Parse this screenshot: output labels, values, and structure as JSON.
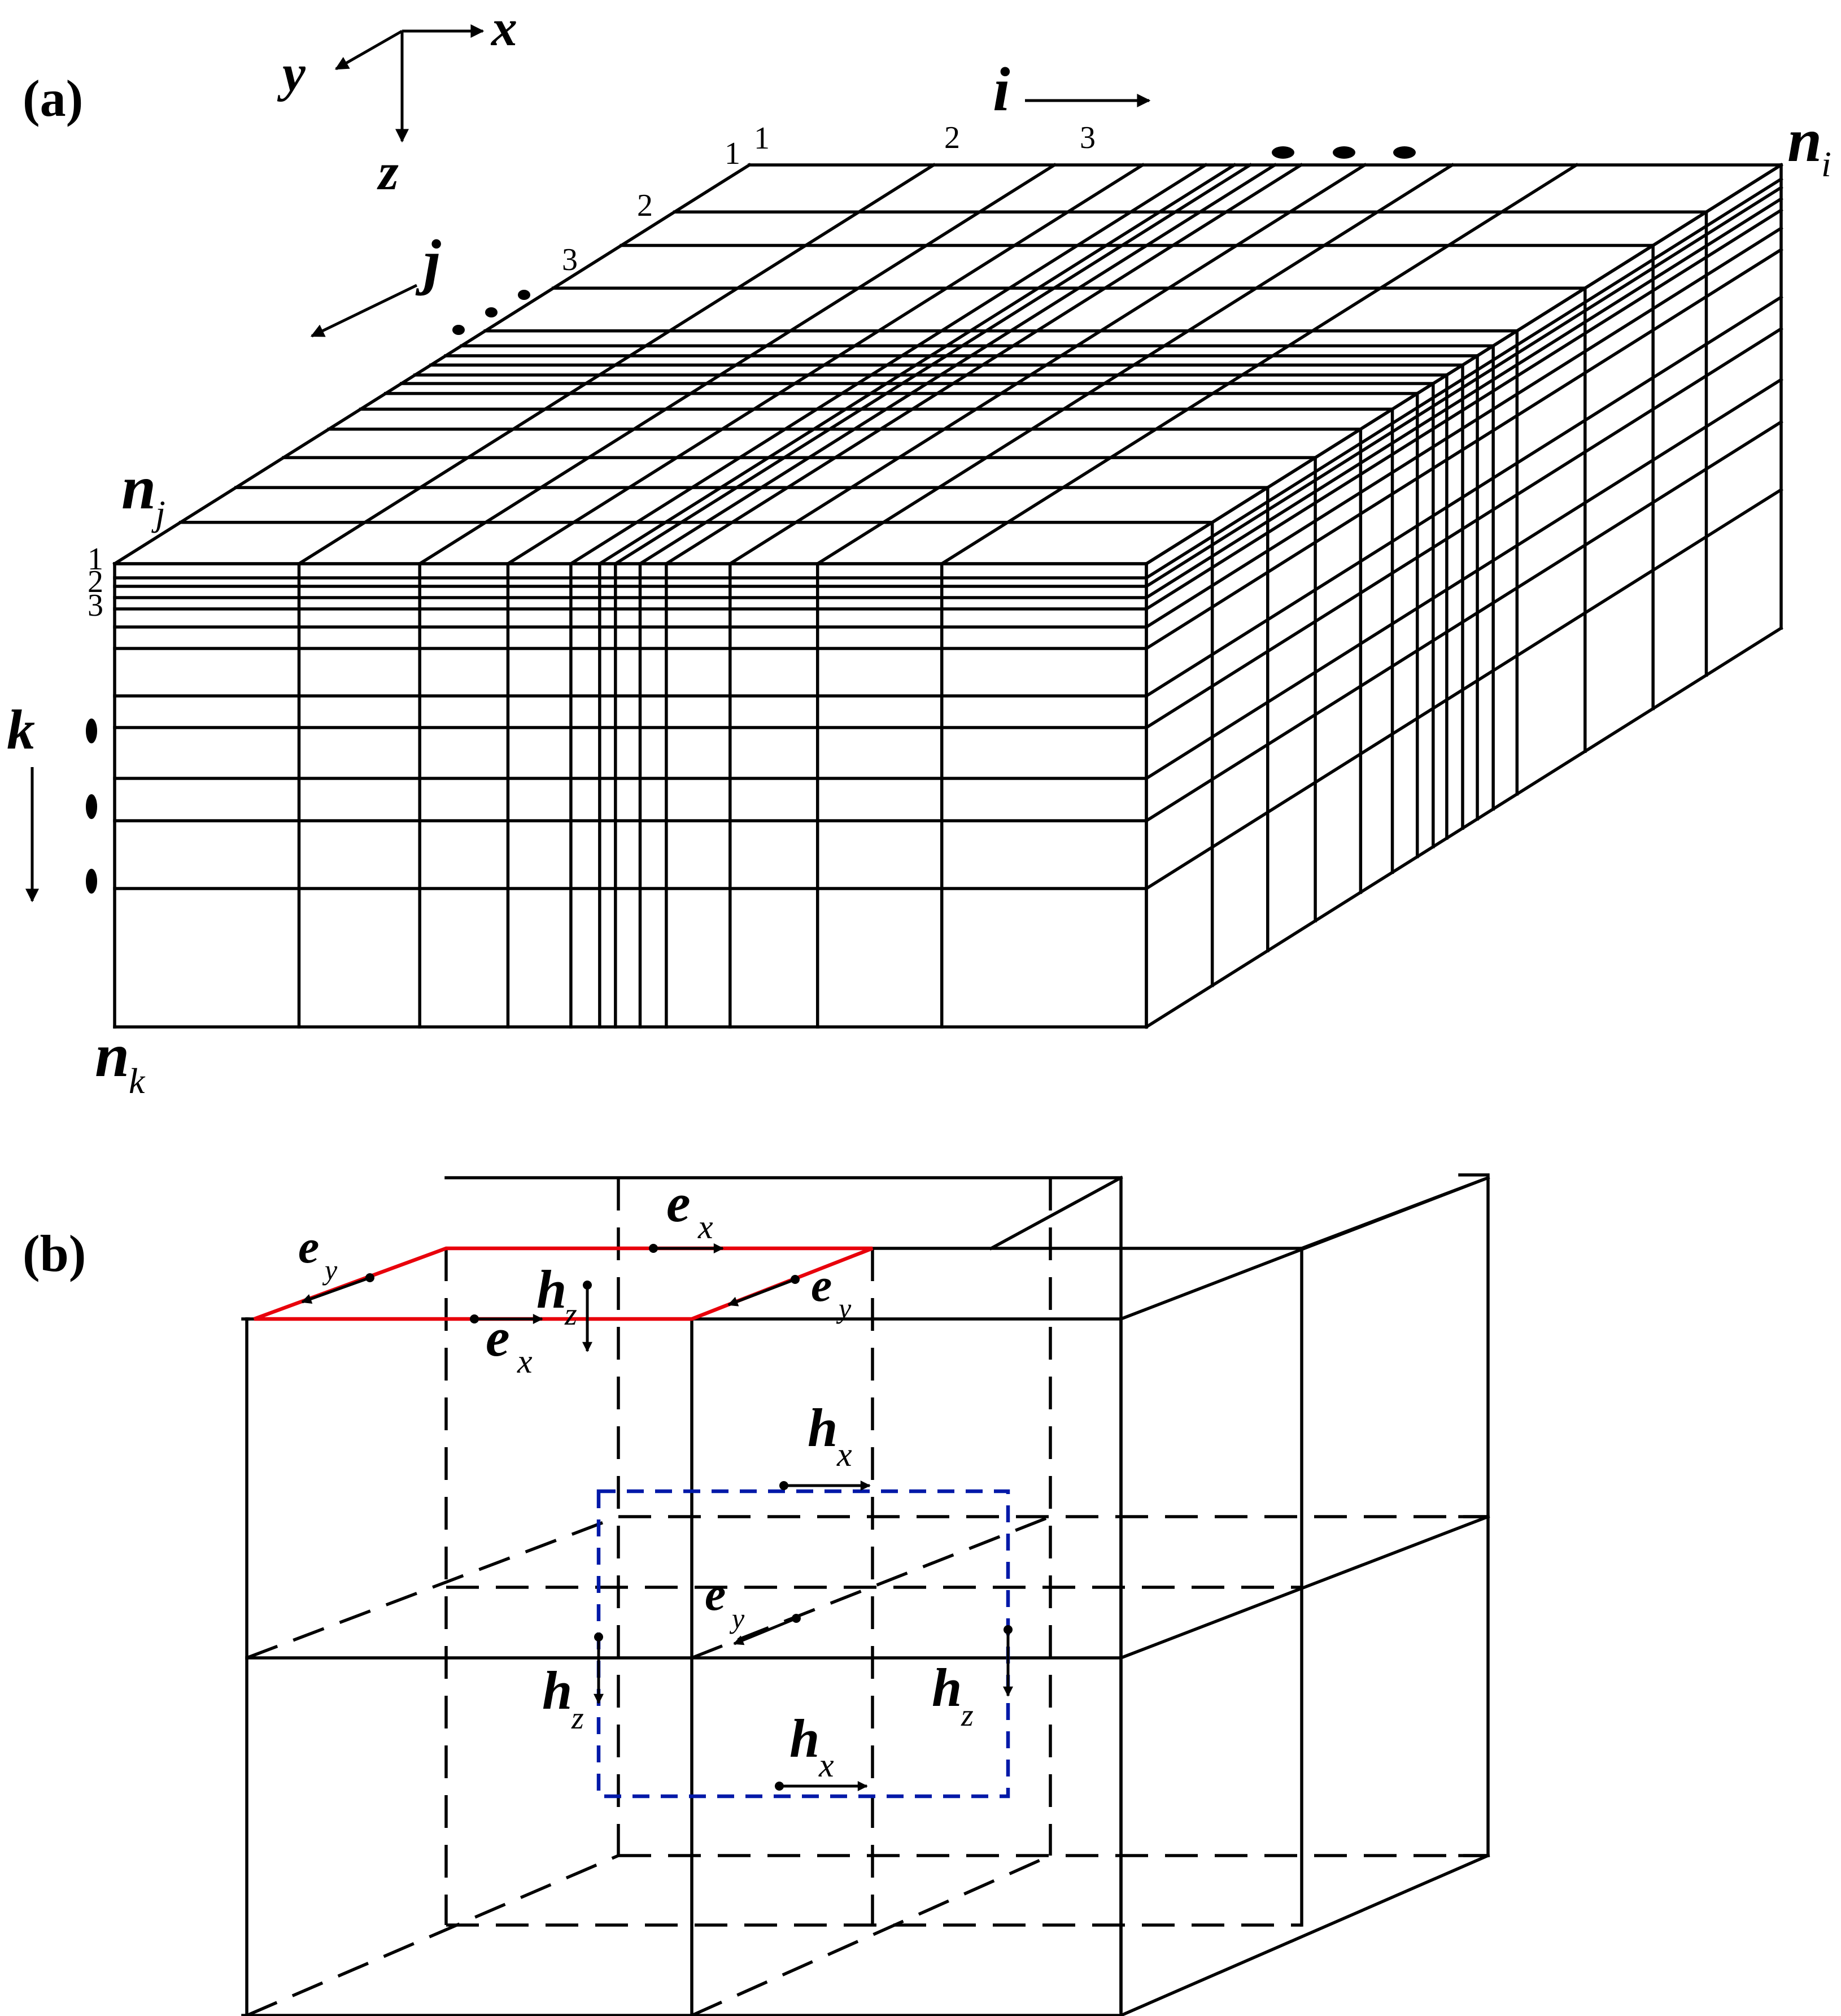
{
  "panel_a": {
    "label": "(a)",
    "axes": {
      "x": "x",
      "y": "y",
      "z": "z"
    },
    "i_label": "i",
    "j_label": "j",
    "k_label": "k",
    "ni_label": "n",
    "ni_sub": "i",
    "nj_label": "n",
    "nj_sub": "j",
    "nk_label": "n",
    "nk_sub": "k",
    "i_indices": [
      "1",
      "2",
      "3"
    ],
    "j_indices": [
      "1",
      "2",
      "3"
    ],
    "k_indices": [
      "1",
      "2",
      "3"
    ]
  },
  "panel_b": {
    "label": "(b)",
    "fields": {
      "e_sym": "e",
      "h_sym": "h",
      "sub_x": "x",
      "sub_y": "y",
      "sub_z": "z"
    }
  },
  "colors": {
    "red_loop": "#e8000b",
    "blue_loop": "#0019a8",
    "line": "#000000"
  }
}
